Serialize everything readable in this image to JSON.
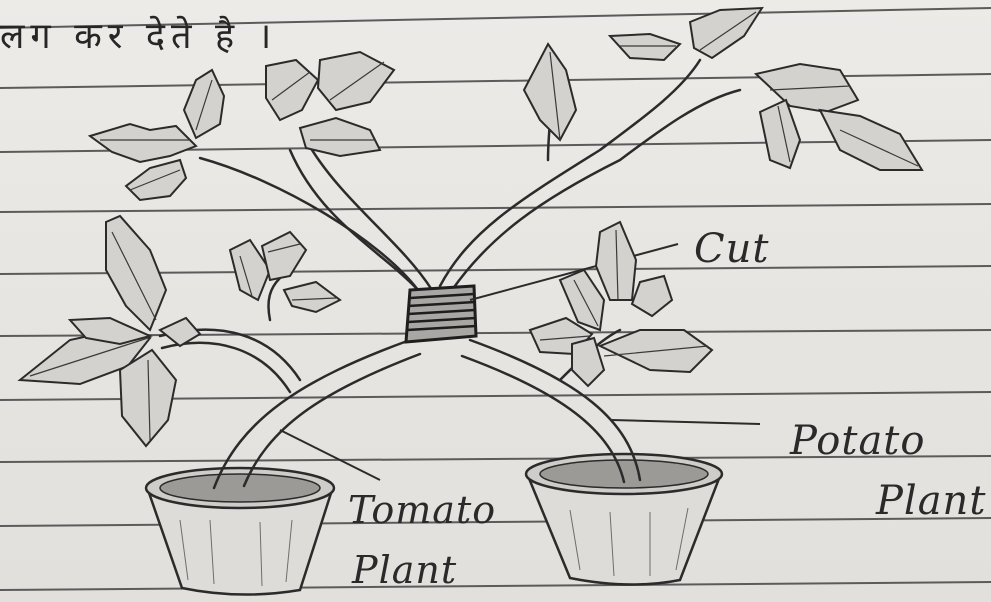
{
  "heading": "लग कर देते है ।",
  "labels": {
    "cut": "Cut",
    "potato_line1": "Potato",
    "potato_line2": "Plant",
    "tomato_line1": "Tomato",
    "tomato_line2": "Plant"
  },
  "colors": {
    "paper": "#e8e6e2",
    "ruled_line": "#5a5a5a",
    "pencil": "#2b2b2b"
  }
}
